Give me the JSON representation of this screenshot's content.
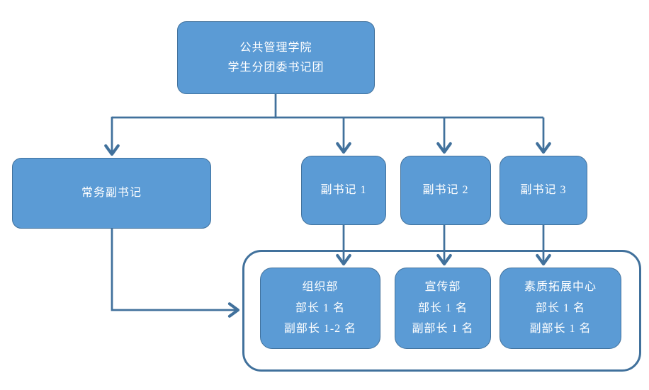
{
  "diagram": {
    "title": "student-league-committee-org-chart",
    "root": {
      "lines": [
        "公共管理学院",
        "学生分团委书记团"
      ]
    },
    "level2": [
      {
        "id": "executive-deputy-secretary",
        "label": "常务副书记"
      },
      {
        "id": "deputy-secretary-1",
        "label": "副书记 1"
      },
      {
        "id": "deputy-secretary-2",
        "label": "副书记 2"
      },
      {
        "id": "deputy-secretary-3",
        "label": "副书记 3"
      }
    ],
    "departments": [
      {
        "id": "organization-department",
        "lines": [
          "组织部",
          "部长 1 名",
          "副部长 1-2 名"
        ]
      },
      {
        "id": "publicity-department",
        "lines": [
          "宣传部",
          "部长 1 名",
          "副部长 1 名"
        ]
      },
      {
        "id": "quality-development-center",
        "lines": [
          "素质拓展中心",
          "部长 1 名",
          "副部长 1 名"
        ]
      }
    ]
  },
  "colors": {
    "node_fill": "#5B9BD5",
    "node_border": "#41719C",
    "connector": "#41719C",
    "container_border": "#41719C",
    "container_fill": "#FFFFFF",
    "text": "#FFFFFF"
  }
}
